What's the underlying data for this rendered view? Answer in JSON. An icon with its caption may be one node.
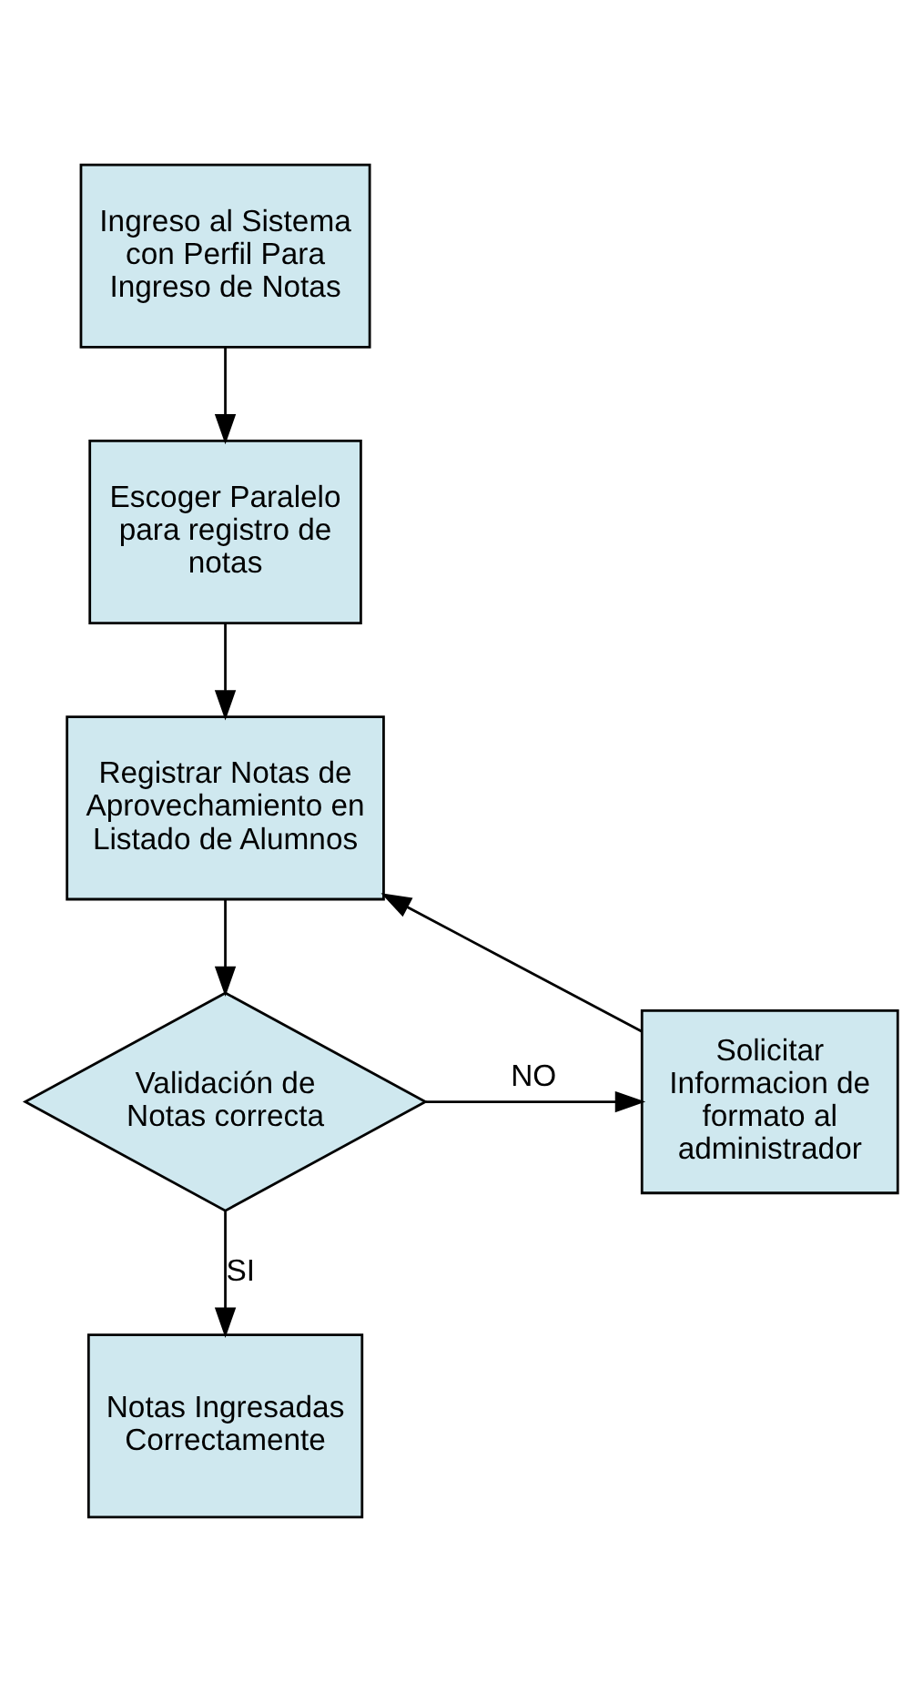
{
  "diagram": {
    "nodes": [
      {
        "text": [
          "Ingreso al Sistema con Perfil Para Ingreso de Notas"
        ]
      },
      {
        "text": [
          "Escoger Paralelo para registro de notas"
        ]
      },
      {
        "text": [
          "Registrar Notas de Aprovechamiento en Listado de Alumnos"
        ]
      },
      {
        "text": [
          "Validación de Notas correcta"
        ]
      },
      {
        "text": [
          "Solicitar Informacion de formato al administrador"
        ]
      },
      {
        "text": [
          "Notas Ingresadas Correctamente"
        ]
      }
    ],
    "edges": [
      {
        "from": 0,
        "to": 1,
        "arrow": "to"
      },
      {
        "from": 1,
        "to": 2,
        "arrow": "to"
      },
      {
        "from": 2,
        "to": 3,
        "arrow": "to"
      },
      {
        "from": 3,
        "to": 4,
        "arrow": "to",
        "label": "NO"
      },
      {
        "from": 4,
        "to": 2,
        "arrow": "to"
      },
      {
        "from": 3,
        "to": 5,
        "arrow": "to",
        "label": "SI"
      }
    ]
  }
}
